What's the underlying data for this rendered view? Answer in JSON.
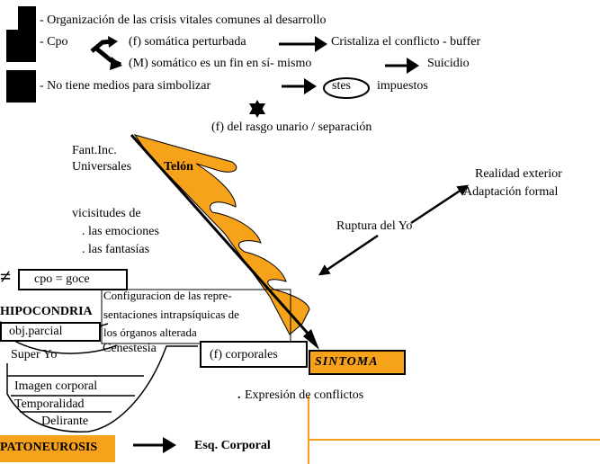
{
  "lines": {
    "l1": "- Organización de las crisis vitales comunes al desarrollo",
    "l2_cpo": "- Cpo",
    "l2_somatica": "(f) somática perturbada",
    "l2_cristaliza": "Cristaliza el conflicto - buffer",
    "l3_m": "(M) somático es un fin en sí- mismo",
    "l3_suicidio": "Suicidio",
    "l4_simbolizar": "- No tiene medios para simbolizar",
    "l4_stes": "stes",
    "l4_impuestos": "impuestos",
    "l5_rasgo": "(f) del rasgo unario / separación"
  },
  "left": {
    "fant_inc": "Fant.Inc.",
    "universales": "Universales",
    "vicisitudes": "vicisitudes de",
    "emociones": ". las emociones",
    "fantasias": ". las fantasías",
    "not_equal": "≠",
    "cpo_goce": "cpo = goce",
    "hipocondria": "HIPOCONDRIA",
    "obj_parcial": "obj.parcial",
    "super_yo": "Super Yo",
    "imagen_corporal": "Imagen corporal",
    "temporalidad": "Temporalidad",
    "delirante": "Delirante",
    "patoneurosis": "PATONEUROSIS"
  },
  "center": {
    "telon": "Telón",
    "config_1": "Configuracion de las repre-",
    "config_2": "sentaciones intrapsíquicas de",
    "config_3": "los órganos alterada",
    "cenestesia": "Cenestesia",
    "f_corporales": "(f) corporales",
    "sintoma": "SINTOMA",
    "expresion_dot": ".",
    "expresion": "Expresión de conflictos",
    "esq_corporal": "Esq. Corporal"
  },
  "right": {
    "realidad": "Realidad exterior",
    "adaptacion": "Adaptación formal",
    "ruptura": "Ruptura del Yo"
  },
  "colors": {
    "orange": "#F7A21B",
    "black": "#000000",
    "white": "#FFFFFF"
  }
}
